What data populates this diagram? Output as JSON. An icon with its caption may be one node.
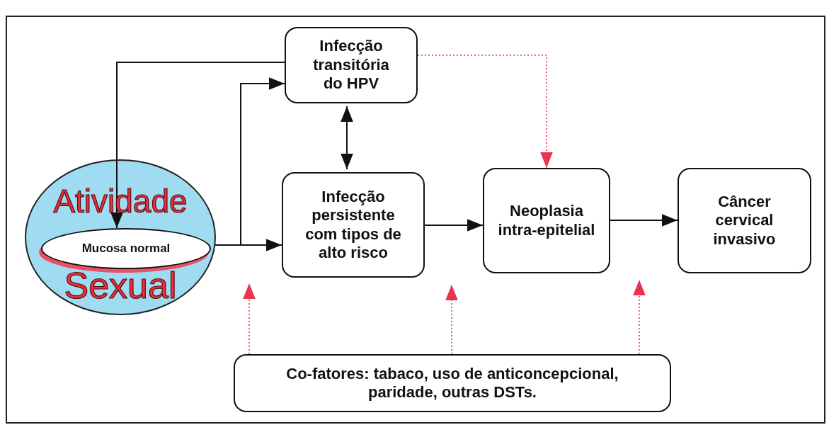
{
  "diagram": {
    "nodes": [
      {
        "text": [
          "Atividade",
          "Sexual"
        ]
      },
      {
        "text": [
          "Mucosa normal"
        ],
        "in": 0
      },
      {
        "text": [
          "Infecção transitória do HPV"
        ]
      },
      {
        "text": [
          "Infecção persistente com tipos de alto risco"
        ]
      },
      {
        "text": [
          "Neoplasia intra-epitelial"
        ]
      },
      {
        "text": [
          "Câncer cervical invasivo"
        ]
      },
      {
        "text": [
          "Co-fatores: tabaco, uso de anticoncepcional, paridade, outras DSTs."
        ]
      }
    ],
    "edges": [
      {
        "from": 2,
        "to": 1,
        "arrow": "to"
      },
      {
        "from": 0,
        "to": 2,
        "arrow": "to"
      },
      {
        "from": 0,
        "to": 3,
        "arrow": "to"
      },
      {
        "from": 2,
        "to": 3,
        "arrow": "both"
      },
      {
        "from": 3,
        "to": 4,
        "arrow": "to"
      },
      {
        "from": 4,
        "to": 5,
        "arrow": "to"
      },
      {
        "from": 2,
        "to": 4,
        "arrow": "to",
        "style": "dashed",
        "color": "#e8344e"
      },
      {
        "from": 6,
        "to": null,
        "arrow": "to",
        "style": "dashed",
        "color": "#e8344e"
      },
      {
        "from": 6,
        "to": null,
        "arrow": "to",
        "style": "dashed",
        "color": "#e8344e"
      },
      {
        "from": 6,
        "to": null,
        "arrow": "to",
        "style": "dashed",
        "color": "#e8344e"
      }
    ]
  }
}
